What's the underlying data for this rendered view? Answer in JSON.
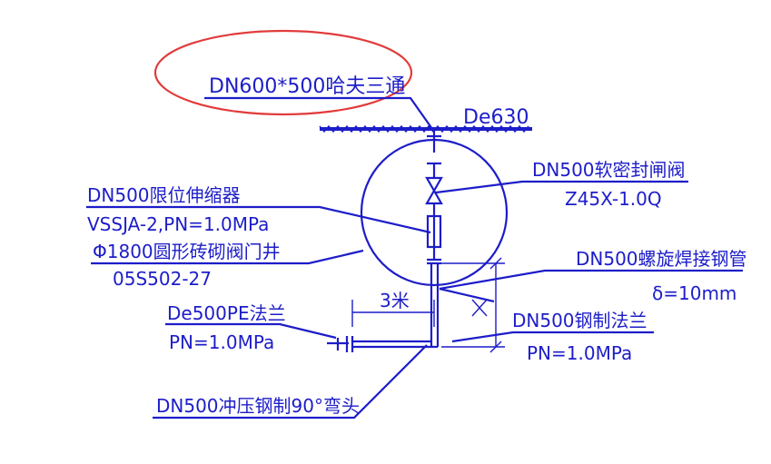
{
  "colors": {
    "ink": "#1d1dc9",
    "highlight": "#e23b3b",
    "background": "#ffffff"
  },
  "labels": {
    "tee": "DN600*500哈夫三通",
    "main_pipe": "De630",
    "valve_name": "DN500软密封闸阀",
    "valve_model": "Z45X-1.0Q",
    "limiter_name": "DN500限位伸缩器",
    "limiter_model": "VSSJA-2,PN=1.0MPa",
    "well_name": "Φ1800圆形砖砌阀门井",
    "well_std": "05S502-27",
    "spiral_pipe": "DN500螺旋焊接钢管",
    "spiral_thickness": "δ=10mm",
    "distance": "3米",
    "pe_flange": "De500PE法兰",
    "pe_flange_pn": "PN=1.0MPa",
    "steel_flange": "DN500钢制法兰",
    "steel_flange_pn": "PN=1.0MPa",
    "elbow": "DN500冲压钢制90°弯头"
  }
}
